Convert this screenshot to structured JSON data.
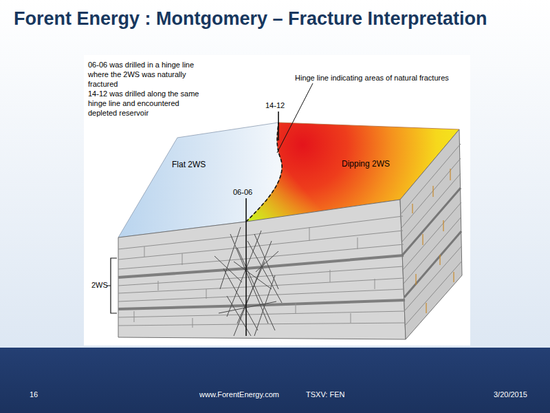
{
  "diagram": {
    "title": "Forent Energy : Montgomery – Fracture Interpretation",
    "labels": [
      "06-06 was drilled in a hinge line where the 2WS was naturally fractured",
      "14-12 was drilled along the same hinge line and encountered depleted reservoir",
      "Hinge line indicating areas of natural fractures",
      "14-12",
      "Flat 2WS",
      "Dipping 2WS",
      "06-06",
      "2WS",
      "16",
      "www.ForentEnergy.com",
      "TSXV: FEN",
      "3/20/2015"
    ]
  }
}
